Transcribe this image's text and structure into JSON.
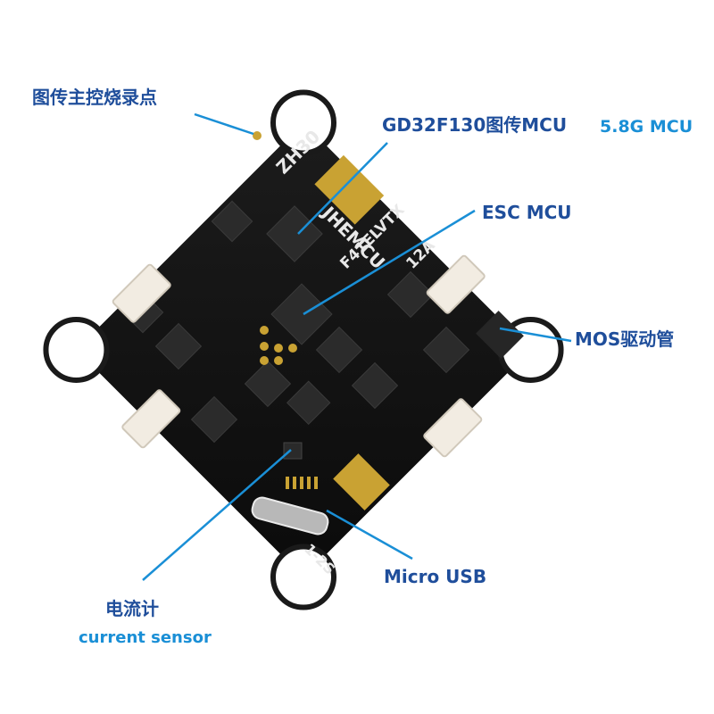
{
  "colors": {
    "label_blue": "#1f4e9b",
    "label_cyan": "#1a8fd6",
    "pcb": "#121212",
    "gold": "#c9a233",
    "connector": "#f2ece2"
  },
  "labels": {
    "vtx_burn_point": "图传主控烧录点",
    "vtx_mcu": "GD32F130图传MCU",
    "mcu_58g": "5.8G MCU",
    "esc_mcu": "ESC MCU",
    "mos_driver": "MOS驱动管",
    "current_cn": "电流计",
    "current_en": "current sensor",
    "micro_usb": "Micro USB"
  },
  "board_marks": {
    "model": "ZH30",
    "brand": "JHEMCU",
    "board": "F41ELVTX",
    "current": "12A",
    "cells": "1-2S"
  }
}
